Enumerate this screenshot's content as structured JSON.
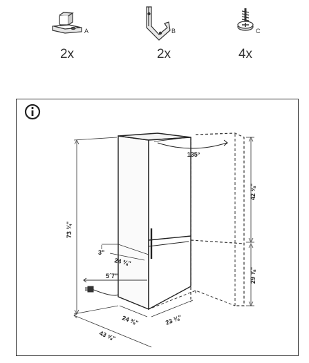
{
  "parts": [
    {
      "letter": "A",
      "icon": "mounting-bracket-icon",
      "quantity": "2x"
    },
    {
      "letter": "B",
      "icon": "z-bracket-icon",
      "quantity": "2x"
    },
    {
      "letter": "C",
      "icon": "screw-icon",
      "quantity": "4x"
    }
  ],
  "info_icon": "info-icon",
  "dimensions": {
    "door_angle": "135°",
    "total_height": "73 ¾\"",
    "upper_door": "42 ⅜\"",
    "lower_door": "29 ⅞\"",
    "back_gap": "3\"",
    "side_depth": "24 ⅜\"",
    "cord_length": "5´7\"",
    "depth": "24 ⅜\"",
    "width": "23 ⅜\"",
    "door_open_depth": "43 ⅝\""
  }
}
